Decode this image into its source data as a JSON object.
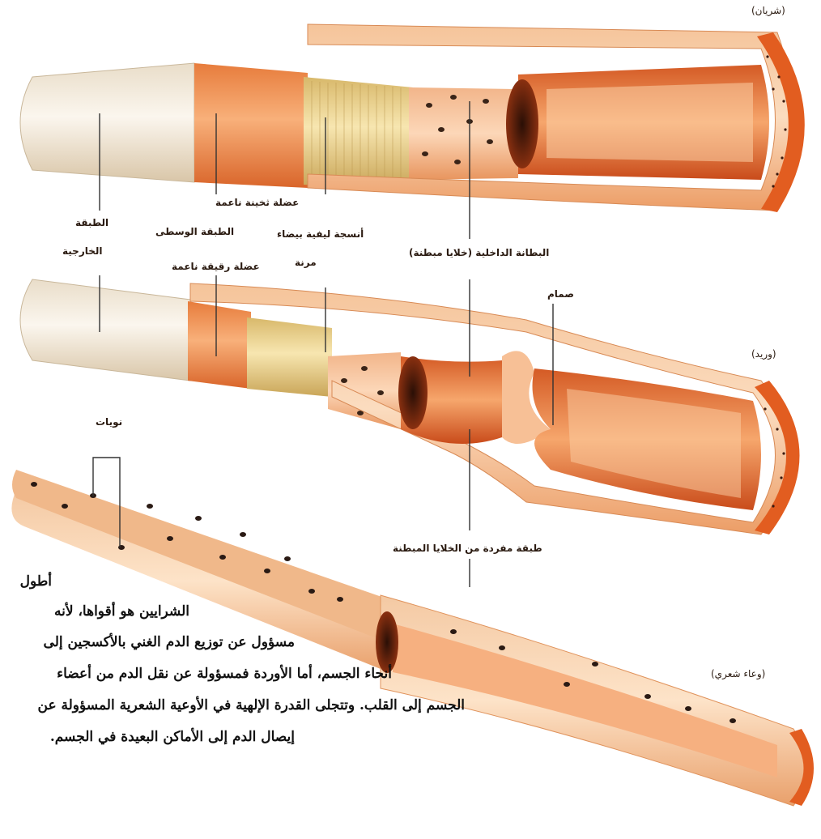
{
  "vessels": {
    "artery_title": "(شريان)",
    "vein_title": "(وريد)",
    "capillary_title": "(وعاء شعري)"
  },
  "labels": {
    "outer_layer_1": "الطبقة",
    "outer_layer_2": "الخارجية",
    "middle_layer": "الطبقة الوسطى",
    "thick_muscle": "عضلة ثخينة ناعمة",
    "thin_muscle": "عضلة رقيقة ناعمة",
    "elastic_1": "أنسجة ليفية بيضاء",
    "elastic_2": "مرنة",
    "inner_lining": "البطانة الداخلية (خلايا مبطنة)",
    "valve": "صمام",
    "nuclei": "نويات",
    "single_layer": "طبقة مفردة من الخلايا المبطنة"
  },
  "caption": {
    "line1": "أطول",
    "line2": "الشرايين هو أقواها، لأنه",
    "line3": "مسؤول عن توزيع الدم الغني بالأكسجين إلى",
    "line4": "أنحاء الجسم، أما الأوردة فمسؤولة عن نقل الدم من أعضاء",
    "line5": "الجسم إلى القلب. وتتجلى القدرة الإلهية في الأوعية الشعرية المسؤولة عن",
    "line6": "إيصال الدم إلى الأماكن البعيدة في الجسم."
  }
}
